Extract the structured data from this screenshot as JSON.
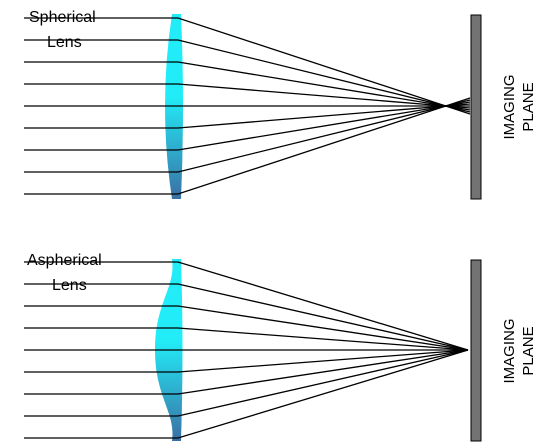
{
  "colors": {
    "background": "#ffffff",
    "lens_top": "#22ecf7",
    "lens_bottom": "#3a6fa3",
    "ray": "#000000",
    "plane_fill": "#737373",
    "plane_stroke": "#000000"
  },
  "diagrams": [
    {
      "id": "spherical",
      "lens_label": [
        "Spherical",
        "Lens"
      ],
      "plane_label": [
        "IMAGING",
        "PLANE"
      ]
    },
    {
      "id": "aspherical",
      "lens_label": [
        "Aspherical",
        "Lens"
      ],
      "plane_label": [
        "IMAGING",
        "PLANE"
      ]
    }
  ]
}
